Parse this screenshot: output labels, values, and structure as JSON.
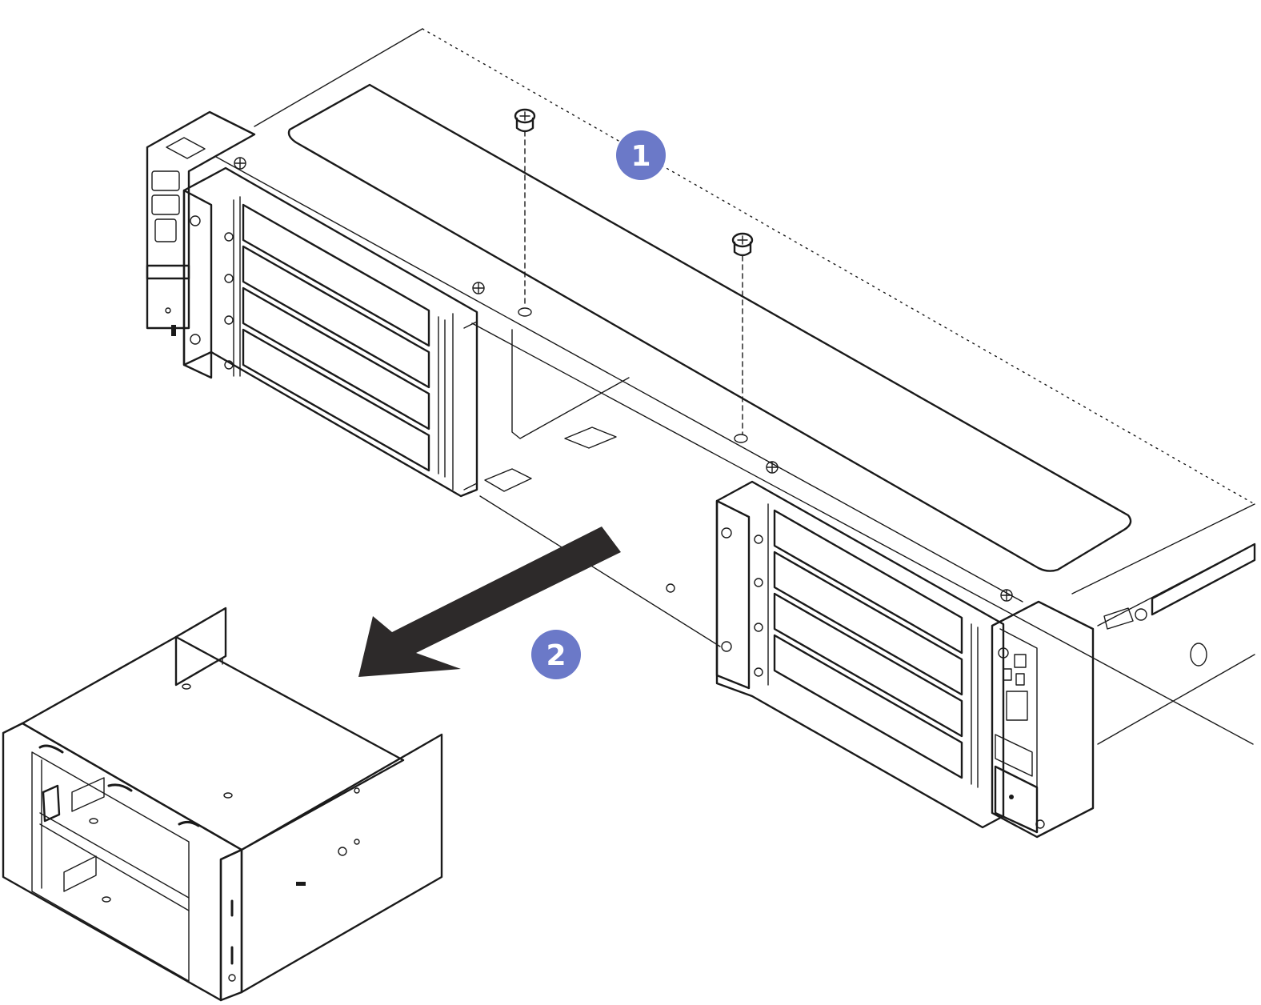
{
  "callouts": [
    {
      "label": "1"
    },
    {
      "label": "2"
    }
  ],
  "colors": {
    "callout_fill": "#6b79c8",
    "arrow_fill": "#2d2a2a",
    "cage_fill": "#dedede",
    "line": "#1a1a1a"
  },
  "parts": {
    "screws": 2,
    "icons": [
      "screw-icon",
      "removal-arrow-icon",
      "drive-cage-icon",
      "riser-cage-icon",
      "server-chassis-icon"
    ]
  }
}
